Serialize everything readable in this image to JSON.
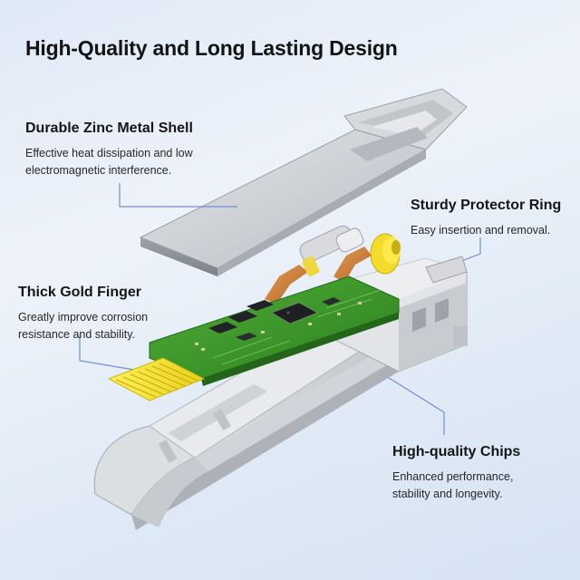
{
  "title": "High-Quality and Long Lasting Design",
  "features": {
    "shell": {
      "heading": "Durable Zinc Metal Shell",
      "line1": "Effective heat dissipation and low",
      "line2": "electromagnetic interference."
    },
    "ring": {
      "heading": "Sturdy Protector Ring",
      "line1": "Easy insertion and removal."
    },
    "gold": {
      "heading": "Thick Gold Finger",
      "line1": "Greatly improve corrosion",
      "line2": "resistance and stability."
    },
    "chips": {
      "heading": "High-quality Chips",
      "line1": "Enhanced performance,",
      "line2": "stability and longevity."
    }
  },
  "colors": {
    "leader_line": "#6f8fd8",
    "pcb_green": "#3e9b2c",
    "gold_finger": "#f2e23a",
    "metal": "#c9ccd1"
  },
  "icons": [
    "sfp-module-exploded-illustration"
  ]
}
